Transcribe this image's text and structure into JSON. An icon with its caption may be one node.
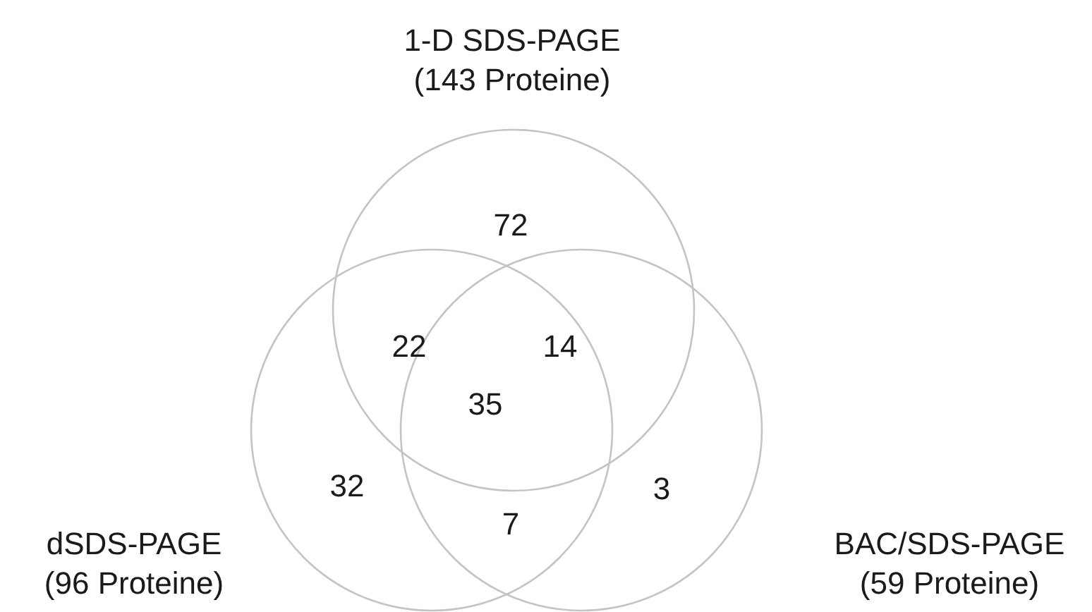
{
  "diagram": {
    "nodes": [
      {
        "text": [
          "1-D SDS-PAGE (143 Proteine)"
        ]
      },
      {
        "text": [
          "dSDS-PAGE (96 Proteine)"
        ]
      },
      {
        "text": [
          "BAC/SDS-PAGE (59 Proteine)"
        ]
      }
    ],
    "labels": [
      "72",
      "22",
      "14",
      "35",
      "32",
      "7",
      "3"
    ]
  }
}
